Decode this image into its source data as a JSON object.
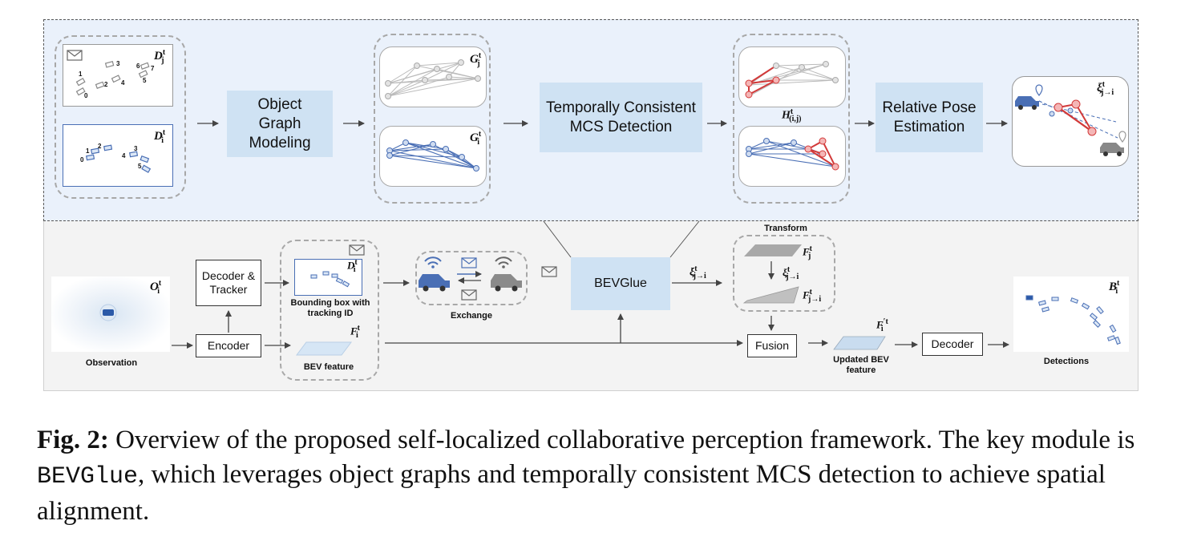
{
  "top": {
    "graph_modeling": "Object Graph Modeling",
    "mcs_detection": "Temporally Consistent MCS Detection",
    "pose_estimation": "Relative Pose Estimation",
    "D_j": "D",
    "D_j_sub": "j",
    "D_i": "D",
    "D_i_sub": "i",
    "G_j": "G",
    "G_j_sub": "j",
    "G_i": "G",
    "G_i_sub": "i",
    "H": "H",
    "H_sub": "(i,j)",
    "xi": "ξ",
    "xi_sub": "j→i",
    "t": "t",
    "ids_j": [
      "1",
      "3",
      "6",
      "7",
      "2",
      "4",
      "5",
      "0"
    ],
    "ids_i": [
      "1",
      "2",
      "0",
      "3",
      "4",
      "5"
    ]
  },
  "bottom": {
    "observation_label": "Observation",
    "obs_symbol": "O",
    "obs_sub": "i",
    "decoder_tracker": "Decoder & Tracker",
    "encoder": "Encoder",
    "bbox_label": "Bounding box with tracking ID",
    "bev_feature_label": "BEV feature",
    "F_i": "F",
    "F_i_sub": "i",
    "exchange_label": "Exchange",
    "bevglue": "BEVGlue",
    "transform_label": "Transform",
    "F_j": "F",
    "F_j_sub": "j",
    "F_ji_sub": "j→i",
    "fusion": "Fusion",
    "updated_label": "Updated BEV feature",
    "F_prime": "F",
    "F_prime_sup": "′t",
    "decoder": "Decoder",
    "detections_label": "Detections",
    "B": "B",
    "B_sub": "i"
  },
  "caption": {
    "label": "Fig. 2:",
    "text1": "Overview of the proposed self-localized collaborative perception framework. The key module is",
    "code": "BEVGlue",
    "text2": ", which leverages object graphs and temporally consistent MCS detection to achieve spatial alignment."
  },
  "colors": {
    "top_bg": "#eaf1fb",
    "bottom_bg": "#f3f3f3",
    "module_blue": "#cfe2f3",
    "node_gray": "#bbbbbb",
    "node_blue": "#4a6fb5",
    "match_red": "#d23a3a"
  }
}
